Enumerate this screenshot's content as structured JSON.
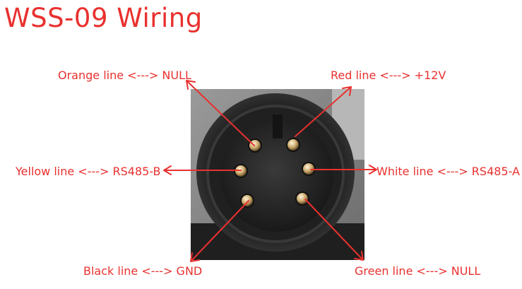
{
  "title": "WSS-09 Wiring",
  "pins": {
    "orange": "Orange line <---> NULL",
    "red": "Red line <---> +12V",
    "yellow": "Yellow line <---> RS485-B",
    "white": "White line <---> RS485-A",
    "black": "Black line <---> GND",
    "green": "Green line <---> NULL"
  },
  "colors": {
    "accent": "#e8312f"
  }
}
